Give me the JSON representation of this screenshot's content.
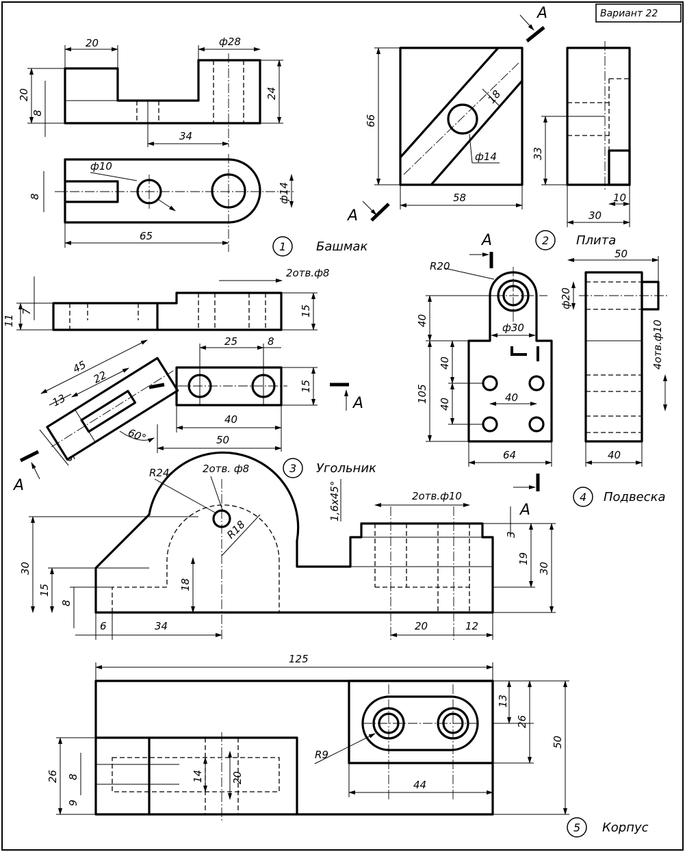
{
  "variant": "Вариант 22",
  "section_letter": "A",
  "parts": [
    {
      "number": "1",
      "name": "Башмак"
    },
    {
      "number": "2",
      "name": "Плита"
    },
    {
      "number": "3",
      "name": "Угольник"
    },
    {
      "number": "4",
      "name": "Подвеска"
    },
    {
      "number": "5",
      "name": "Корпус"
    }
  ],
  "dims": {
    "p1": {
      "d20w": "20",
      "phi28": "ф28",
      "h20": "20",
      "h8": "8",
      "h24": "24",
      "d34": "34",
      "phi10": "ф10",
      "s8": "8",
      "phi14": "ф14",
      "d65": "65"
    },
    "p2": {
      "h66": "66",
      "d18": "18",
      "phi14": "ф14",
      "d58": "58",
      "h33": "33",
      "d10": "10",
      "d30": "30"
    },
    "p3": {
      "holes": "2отв.ф8",
      "h11": "11",
      "h7": "7",
      "h15a": "15",
      "d25": "25",
      "d8": "8",
      "d45": "45",
      "d22": "22",
      "d13": "13",
      "h15b": "15",
      "d40": "40",
      "d50": "50",
      "a60": "60°",
      "d5": "5"
    },
    "p4": {
      "r20": "R20",
      "h40a": "40",
      "phi30": "ф30",
      "h105": "105",
      "h40b": "40",
      "h40c": "40",
      "d40": "40",
      "d64": "64",
      "d50": "50",
      "phi20": "ф20",
      "holes": "4отв.ф10",
      "d40b": "40"
    },
    "p5f": {
      "r24": "R24",
      "holes8": "2отв. ф8",
      "r18": "R18",
      "chamfer": "1,6х45°",
      "holes10": "2отв.ф10",
      "h30": "30",
      "h15": "15",
      "h8": "8",
      "h18": "18",
      "d6": "6",
      "d34": "34",
      "d20": "20",
      "d12": "12",
      "h3": "3",
      "h19": "19",
      "h30b": "30"
    },
    "p5t": {
      "d125": "125",
      "h13": "13",
      "h26": "26",
      "h50": "50",
      "r9": "R9",
      "d44": "44",
      "h26l": "26",
      "h8l": "8",
      "h9l": "9",
      "h14": "14",
      "h20": "20"
    }
  }
}
